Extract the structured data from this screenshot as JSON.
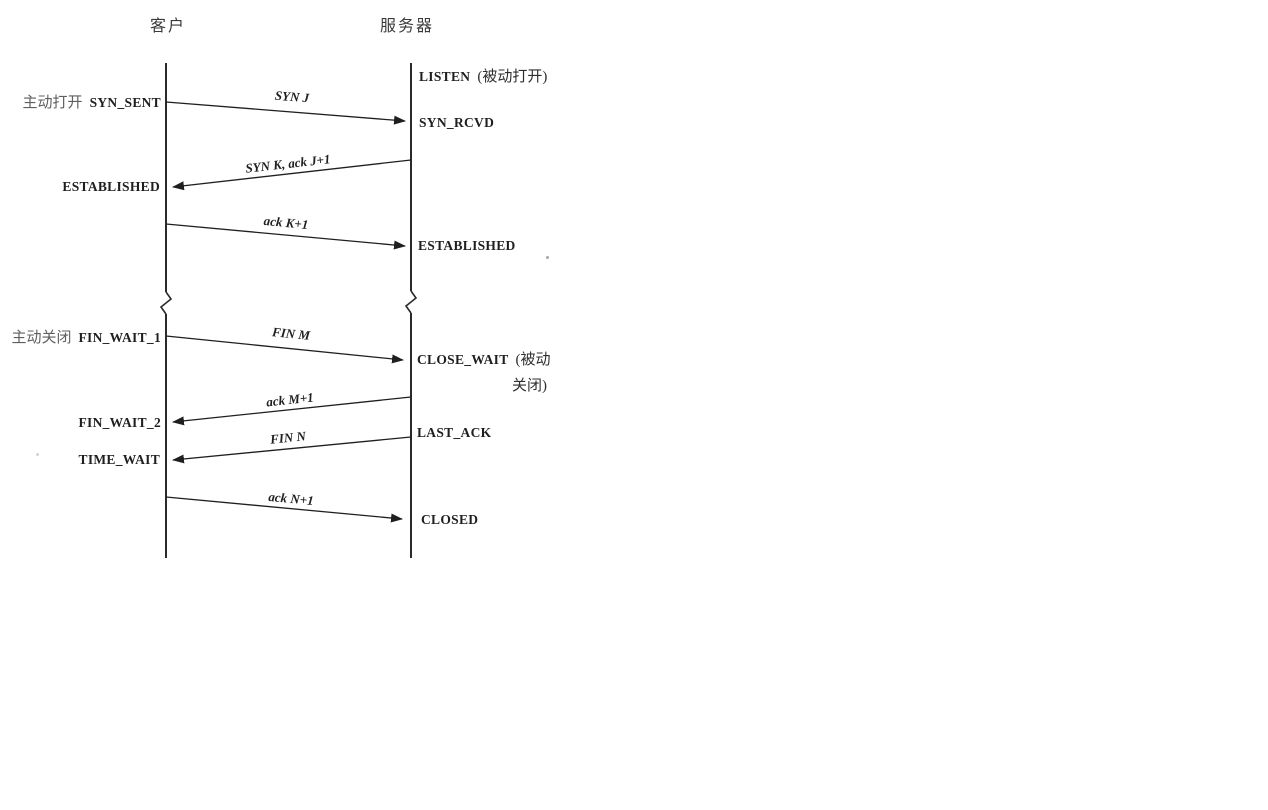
{
  "colors": {
    "ink": "#1f1f1f",
    "line": "#2a2a2a",
    "muted_prefix": "#5f5f5f",
    "background": "#ffffff"
  },
  "headers": {
    "client": "客户",
    "server": "服务器"
  },
  "client_side": {
    "active_open_prefix": "主动打开",
    "syn_sent": "SYN_SENT",
    "established": "ESTABLISHED",
    "active_close_prefix": "主动关闭",
    "fin_wait_1": "FIN_WAIT_1",
    "fin_wait_2": "FIN_WAIT_2",
    "time_wait": "TIME_WAIT"
  },
  "server_side": {
    "listen": "LISTEN",
    "passive_open_suffix": "(被动打开)",
    "syn_rcvd": "SYN_RCVD",
    "established": "ESTABLISHED",
    "close_wait": "CLOSE_WAIT",
    "passive_close_suffix_line1": "(被动",
    "passive_close_suffix_line2": "关闭)",
    "last_ack": "LAST_ACK",
    "closed": "CLOSED"
  },
  "messages": {
    "syn_j": "SYN J",
    "syn_k_ack_j1": "SYN K, ack J+1",
    "ack_k1": "ack K+1",
    "fin_m": "FIN M",
    "ack_m1": "ack M+1",
    "fin_n": "FIN N",
    "ack_n1": "ack N+1"
  }
}
